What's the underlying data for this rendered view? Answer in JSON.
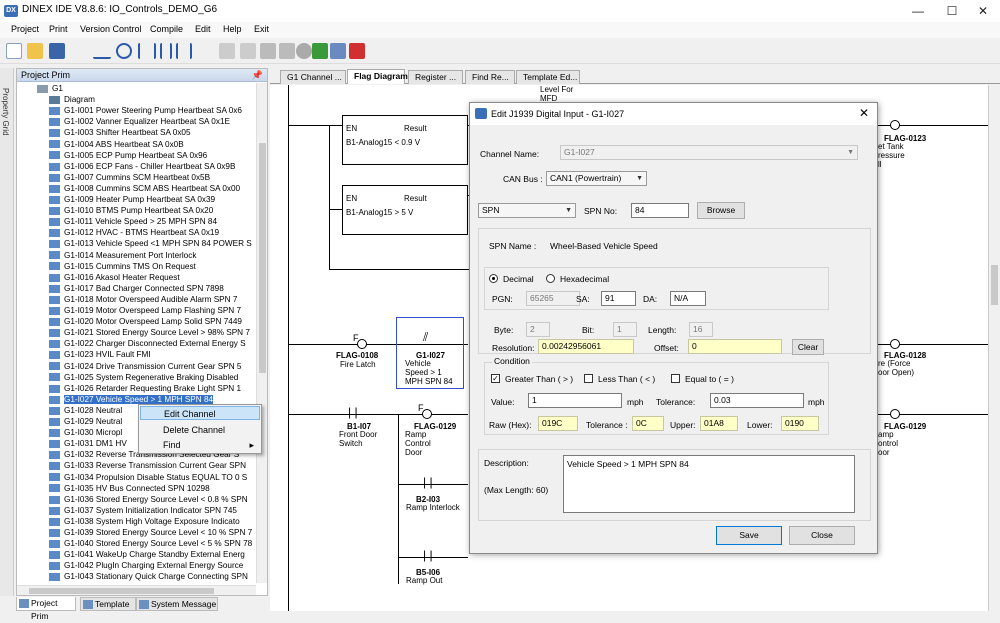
{
  "window": {
    "title": "DINEX IDE V8.8.6: IO_Controls_DEMO_G6",
    "icon": "app-icon",
    "minimize": "—",
    "maximize": "☐",
    "close": "✕"
  },
  "menu": [
    "Project",
    "Print",
    "Version Control",
    "Compile",
    "Edit",
    "Help",
    "Exit"
  ],
  "side_tab": "Property Grid",
  "project_panel": {
    "title": "Project Prim",
    "pin": "📌",
    "root": "G1",
    "diagram": "Diagram",
    "items": [
      "G1-I001  Power Steering Pump Heartbeat SA 0x6",
      "G1-I002  Vanner Equalizer Heartbeat SA 0x1E",
      "G1-I003  Shifter Heartbeat SA 0x05",
      "G1-I004  ABS Heartbeat SA 0x0B",
      "G1-I005  ECP Pump Heartbeat SA 0x96",
      "G1-I006  ECP Fans - Chiller Heartbeat SA 0x9B",
      "G1-I007  Cummins SCM Heartbeat 0x5B",
      "G1-I008  Cummins SCM ABS Heartbeat SA 0x00",
      "G1-I009  Heater Pump Heartbeat SA 0x39",
      "G1-I010  BTMS Pump Heartbeat SA 0x20",
      "G1-I011  Vehicle Speed > 25 MPH SPN 84",
      "G1-I012  HVAC - BTMS Heartbeat SA 0x19",
      "G1-I013  Vehicle Speed <1 MPH SPN 84 POWER S",
      "G1-I014  Measurement Port Interlock",
      "G1-I015  Cummins TMS On Request",
      "G1-I016  Akasol Heater Request",
      "G1-I017  Bad Charger Connected SPN 7898",
      "G1-I018  Motor Overspeed Audible Alarm SPN 7",
      "G1-I019  Motor Overspeed Lamp Flashing SPN 7",
      "G1-I020  Motor Overspeed Lamp Solid SPN 7449",
      "G1-I021  Stored Energy Source Level > 98% SPN 7",
      "G1-I022  Charger Disconnected External Energy S",
      "G1-I023  HVIL Fault FMI",
      "G1-I024  Drive Transmission Current Gear SPN 5",
      "G1-I025  System Regenerative Braking Disabled",
      "G1-I026  Retarder Requesting Brake Light SPN 1",
      "G1-I027  Vehicle Speed > 1 MPH SPN 84",
      "G1-I028  Neutral",
      "G1-I029  Neutral",
      "G1-I030  Micropl",
      "G1-I031  DM1 HV",
      "G1-I032  Reverse Transmission Selected Gear S",
      "G1-I033  Reverse Transmission Current Gear SPN",
      "G1-I034  Propulsion Disable Status EQUAL TO 0 S",
      "G1-I035  HV Bus Connected SPN 10298",
      "G1-I036  Stored Energy Source Level < 0.8 % SPN",
      "G1-I037  System Initialization Indicator SPN 745",
      "G1-I038  System High Voltage Exposure Indicato",
      "G1-I039  Stored Energy Source Level < 10 % SPN 7",
      "G1-I040  Stored Energy Source Level < 5 % SPN 78",
      "G1-I041  WakeUp Charge Standby External Energ",
      "G1-I042  PlugIn Charging External Energy Source",
      "G1-I043  Stationary Quick Charge Connecting SPN"
    ],
    "selected_index": 26
  },
  "bottom_tabs": [
    "Project Prim",
    "Template",
    "System Message"
  ],
  "context_menu": [
    "Edit Channel",
    "Delete Channel",
    "Find"
  ],
  "context_arrow": "▸",
  "doc_tabs": [
    "G1 Channel ...",
    "Flag Diagram",
    "Register ...",
    "Find Re...",
    "Template Ed..."
  ],
  "diagram": {
    "block1": {
      "en": "EN",
      "result": "Result",
      "expr": "B1-Analog15 < 0.9 V"
    },
    "block2": {
      "en": "EN",
      "result": "Result",
      "expr": "B1-Analog15 > 5 V"
    },
    "top_partial": [
      "Level For",
      "MFD"
    ],
    "flag_0108": {
      "coil": "F",
      "id": "FLAG-0108",
      "desc": "Fire Latch"
    },
    "g1_i027": {
      "id": "G1-I027",
      "desc": "Vehicle Speed > 1 MPH SPN 84",
      "lines": [
        "Vehicle",
        "Speed > 1",
        "MPH SPN 84"
      ]
    },
    "b1_i07": {
      "id": "B1-I07",
      "lines": [
        "Front Door",
        "Switch"
      ]
    },
    "flag_0129": {
      "coil": "F",
      "id": "FLAG-0129",
      "lines": [
        "Ramp",
        "Control",
        "Door"
      ]
    },
    "b2_i03": {
      "id": "B2-I03",
      "desc": "Ramp Interlock"
    },
    "b5_i06": {
      "id": "B5-I06",
      "desc": "Ramp Out"
    },
    "right_0123": {
      "id": "FLAG-0123",
      "lines": [
        "et Tank",
        "ressure",
        "ll"
      ]
    },
    "right_0128": {
      "id": "FLAG-0128",
      "lines": [
        "re (Force",
        "oor Open)"
      ]
    },
    "right_0129": {
      "id": "FLAG-0129",
      "lines": [
        "amp",
        "ontrol",
        "oor"
      ]
    }
  },
  "dialog": {
    "title": "Edit J1939 Digital Input - G1-I027",
    "close": "✕",
    "channel_name_label": "Channel Name:",
    "channel_name": "G1-I027",
    "can_bus_label": "CAN Bus :",
    "can_bus": "CAN1 (Powertrain)",
    "type": "SPN",
    "spn_no_label": "SPN No:",
    "spn_no": "84",
    "browse": "Browse",
    "spn_name_label": "SPN Name :",
    "spn_name": "Wheel-Based Vehicle Speed",
    "decimal": "Decimal",
    "hexadecimal": "Hexadecimal",
    "radix_selected": "Decimal",
    "pgn_label": "PGN:",
    "pgn": "65265",
    "sa_label": "SA:",
    "sa": "91",
    "da_label": "DA:",
    "da": "N/A",
    "byte_label": "Byte:",
    "byte": "2",
    "bit_label": "Bit:",
    "bit": "1",
    "length_label": "Length:",
    "length": "16",
    "resolution_label": "Resolution:",
    "resolution": "0.00242956061",
    "offset_label": "Offset:",
    "offset": "0",
    "clear": "Clear",
    "condition_label": "Condition",
    "greater": "Greater Than ( > )",
    "less": "Less Than ( < )",
    "equal": "Equal to ( = )",
    "greater_checked": true,
    "less_checked": false,
    "equal_checked": false,
    "value_label": "Value:",
    "value": "1",
    "value_unit": "mph",
    "tolerance_label": "Tolerance:",
    "tolerance": "0.03",
    "tolerance_unit": "mph",
    "raw_hex_label": "Raw (Hex):",
    "raw_hex": "019C",
    "tol_hex_label": "Tolerance :",
    "tol_hex": "0C",
    "upper_label": "Upper:",
    "upper": "01A8",
    "lower_label": "Lower:",
    "lower": "0190",
    "description_label": "Description:",
    "max_length": "(Max Length: 60)",
    "description": "Vehicle Speed > 1 MPH SPN 84",
    "save": "Save",
    "close_btn": "Close"
  },
  "colors": {
    "selection": "#3470c8",
    "accent": "#0078d7",
    "highlight_field": "#ffffc8"
  }
}
